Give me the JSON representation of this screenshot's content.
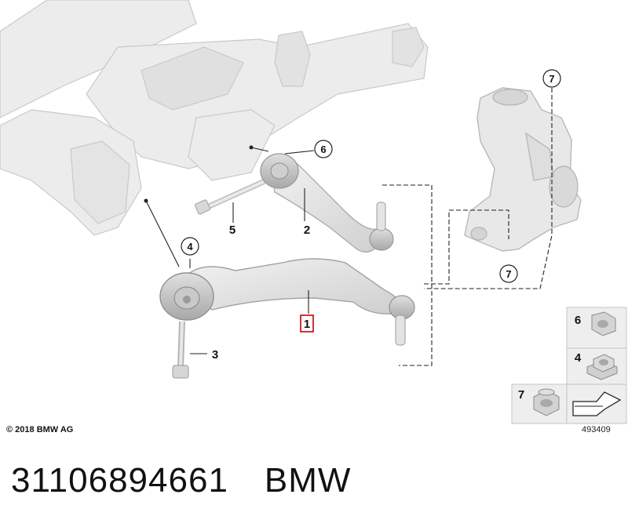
{
  "callouts": {
    "c1": "1",
    "c2": "2",
    "c3": "3",
    "c4": "4",
    "c5": "5",
    "c6": "6",
    "c7a": "7",
    "c7b": "7"
  },
  "legend": {
    "items": [
      {
        "label": "6",
        "icon": "hex-nut-icon"
      },
      {
        "label": "4",
        "icon": "flange-nut-icon"
      },
      {
        "label": "7",
        "icon": "collar-nut-icon"
      }
    ],
    "arrow_icon": "direction-arrow-icon"
  },
  "footer": {
    "copyright": "© 2018 BMW AG",
    "diagram_id": "493409"
  },
  "caption": {
    "part_number": "31106894661",
    "brand": "BMW"
  },
  "colors": {
    "part_fill": "#e6e6e6",
    "part_stroke": "#b5b5b5",
    "highlight": "#cc0000",
    "legend_bg": "#eeeeee"
  }
}
